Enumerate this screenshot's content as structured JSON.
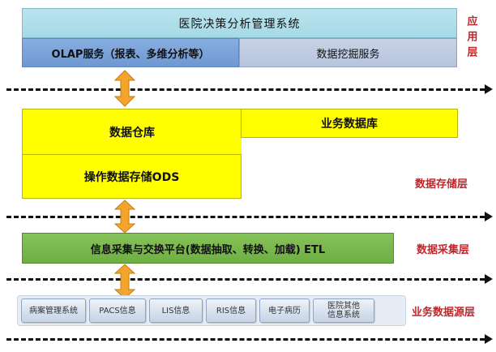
{
  "app_layer": {
    "title": "医院决策分析管理系统",
    "olap": "OLAP服务（报表、多维分析等）",
    "mining": "数据挖掘服务",
    "label": "应用层"
  },
  "storage_layer": {
    "data_warehouse": "数据仓库",
    "business_db": "业务数据库",
    "ods": "操作数据存储ODS",
    "label": "数据存储层"
  },
  "collection_layer": {
    "etl": "信息采集与交换平台(数据抽取、转换、加载) ETL",
    "label": "数据采集层"
  },
  "source_layer": {
    "items": [
      "病案管理系统",
      "PACS信息",
      "LIS信息",
      "RIS信息",
      "电子病历",
      "医院其他\n信息系统"
    ],
    "label": "业务数据源层"
  },
  "colors": {
    "app_title_bg": "#a6d9e6",
    "olap_bg": "#6f98d2",
    "mining_bg": "#b7c4dc",
    "storage_bg": "#ffff00",
    "etl_bg": "#6eae43",
    "arrow_fill": "#f3a52b",
    "label_color": "#c0262a"
  },
  "icons": [
    "dashed-separator-arrow",
    "double-headed-arrow"
  ]
}
